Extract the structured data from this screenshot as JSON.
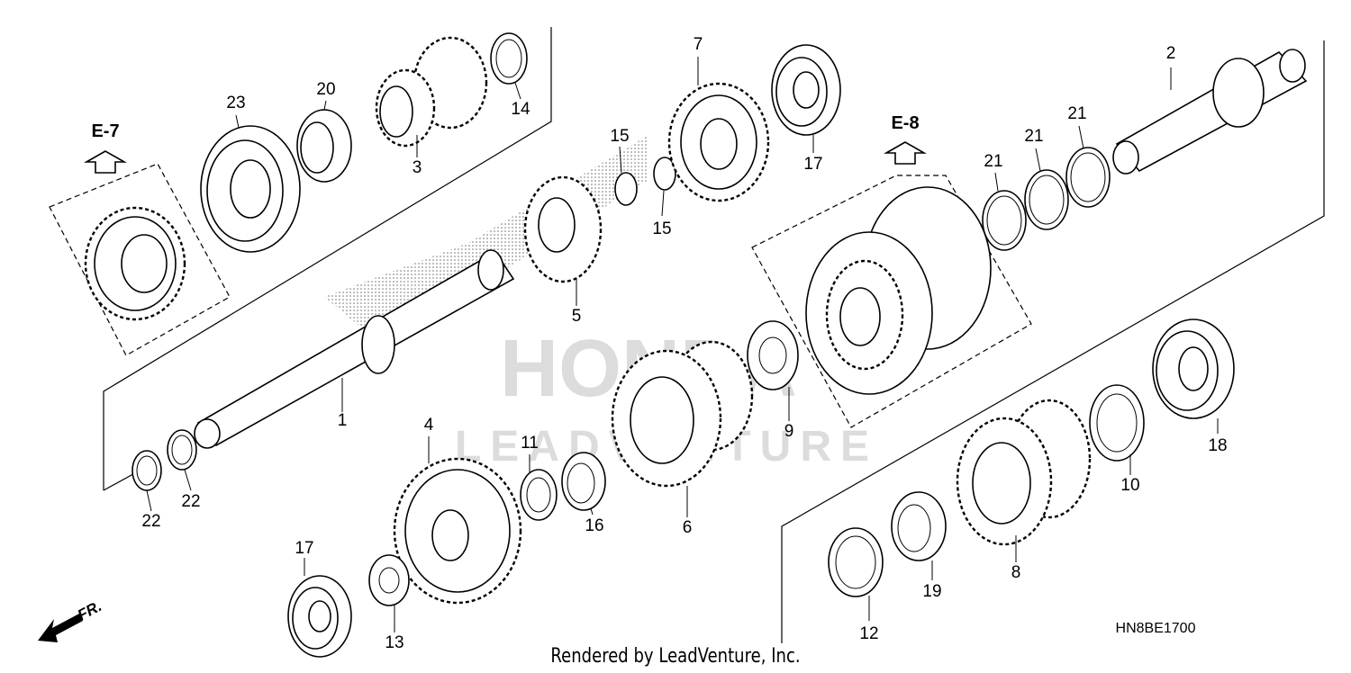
{
  "part_labels": [
    {
      "id": "p1",
      "text": "1"
    },
    {
      "id": "p2",
      "text": "2"
    },
    {
      "id": "p3",
      "text": "3"
    },
    {
      "id": "p4",
      "text": "4"
    },
    {
      "id": "p5",
      "text": "5"
    },
    {
      "id": "p6",
      "text": "6"
    },
    {
      "id": "p7",
      "text": "7"
    },
    {
      "id": "p8",
      "text": "8"
    },
    {
      "id": "p9",
      "text": "9"
    },
    {
      "id": "p10",
      "text": "10"
    },
    {
      "id": "p11",
      "text": "11"
    },
    {
      "id": "p12",
      "text": "12"
    },
    {
      "id": "p13",
      "text": "13"
    },
    {
      "id": "p14",
      "text": "14"
    },
    {
      "id": "p15a",
      "text": "15"
    },
    {
      "id": "p15b",
      "text": "15"
    },
    {
      "id": "p16",
      "text": "16"
    },
    {
      "id": "p17a",
      "text": "17"
    },
    {
      "id": "p17b",
      "text": "17"
    },
    {
      "id": "p18",
      "text": "18"
    },
    {
      "id": "p19",
      "text": "19"
    },
    {
      "id": "p20",
      "text": "20"
    },
    {
      "id": "p21a",
      "text": "21"
    },
    {
      "id": "p21b",
      "text": "21"
    },
    {
      "id": "p21c",
      "text": "21"
    },
    {
      "id": "p22a",
      "text": "22"
    },
    {
      "id": "p22b",
      "text": "22"
    },
    {
      "id": "p23",
      "text": "23"
    }
  ],
  "references": {
    "e7": "E-7",
    "e8": "E-8"
  },
  "direction": {
    "label": "FR."
  },
  "diagram_code": "HN8BE1700",
  "credit": "Rendered by LeadVenture, Inc.",
  "watermark": {
    "brand": "HONDA",
    "vendor": "LEADVENTURE"
  }
}
